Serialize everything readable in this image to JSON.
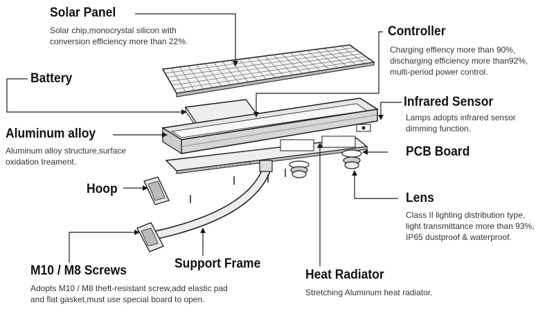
{
  "callouts": [
    {
      "id": "solar-panel",
      "title": "Solar Panel",
      "description": "Solar chip,monocrystal silicon with\nconversion efficiency more than 22%."
    },
    {
      "id": "controller",
      "title": "Controller",
      "description": "Charging effiency more than 90%,\ndischarging efficiency more than92%,\nmulti-period power control."
    },
    {
      "id": "battery",
      "title": "Battery",
      "description": ""
    },
    {
      "id": "infrared-sensor",
      "title": "Infrared Sensor",
      "description": "Lamps adopts infrared sensor\ndimming function."
    },
    {
      "id": "aluminum-alloy",
      "title": "Aluminum alloy",
      "description": "Aluminum alloy structure,surface\noxidation treament."
    },
    {
      "id": "pcb-board",
      "title": "PCB Board",
      "description": ""
    },
    {
      "id": "hoop",
      "title": "Hoop",
      "description": ""
    },
    {
      "id": "lens",
      "title": "Lens",
      "description": "Class II lighting distribution type,\nlight transmittance more than 93%,\nIP65 dustproof & waterproof."
    },
    {
      "id": "m10-m8-screws",
      "title": "M10 / M8 Screws",
      "description": "Adopts M10 / M8 theft-resistant screw,add elastic pad\nand flat gasket,must use special board to open."
    },
    {
      "id": "support-frame",
      "title": "Support Frame",
      "description": ""
    },
    {
      "id": "heat-radiator",
      "title": "Heat Radiator",
      "description": "Stretching Aluminum heat radiator."
    }
  ],
  "colors": {
    "ink": "#1a1a1a",
    "text": "#111111",
    "panel_fill": "#f2f2f2",
    "frame_fill": "#e6e6e6"
  }
}
